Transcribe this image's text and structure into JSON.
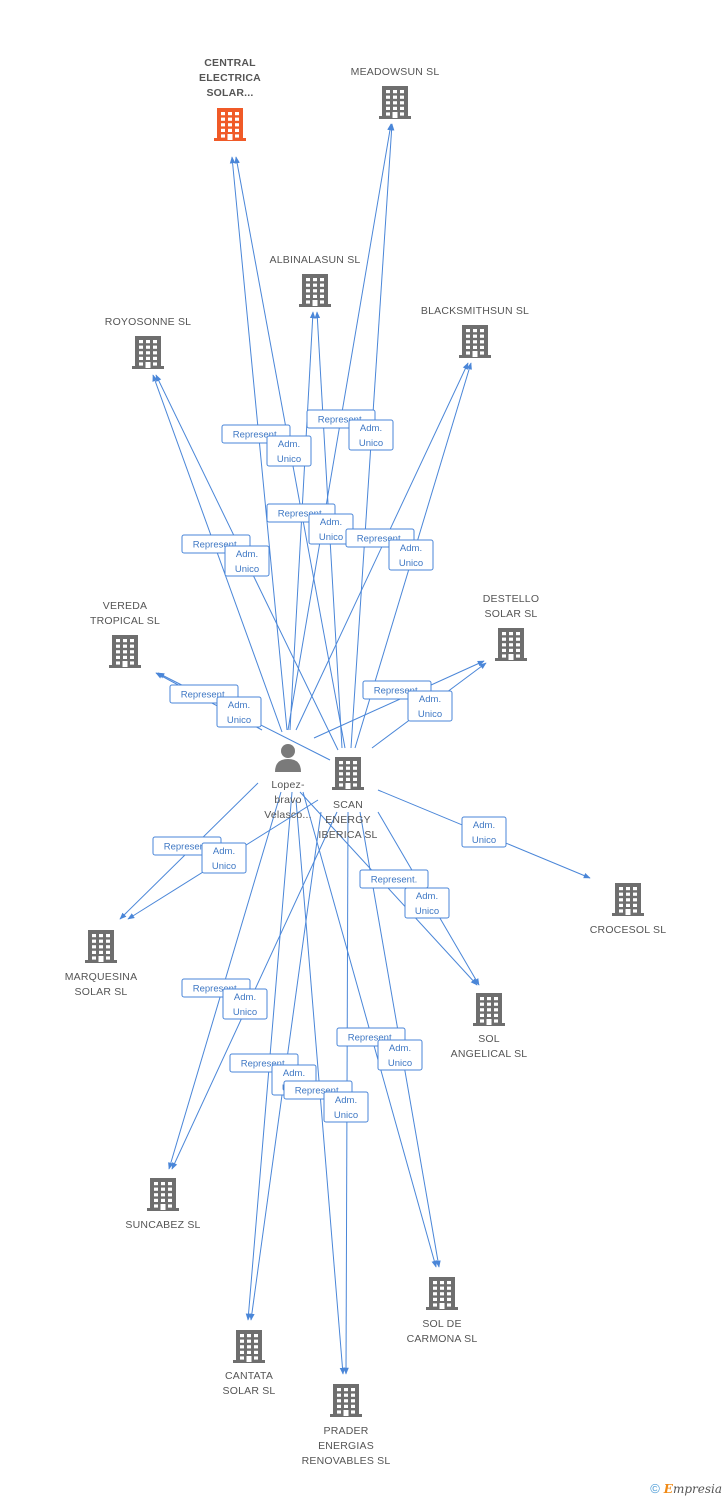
{
  "colors": {
    "building": "#6e6e6e",
    "building_highlight": "#f05a28",
    "edge": "#4a86d8",
    "person": "#7a7a7a"
  },
  "nodes": [
    {
      "id": "central",
      "type": "company",
      "highlight": true,
      "label": [
        "CENTRAL",
        "ELECTRICA",
        "SOLAR..."
      ]
    },
    {
      "id": "meadow",
      "type": "company",
      "label": [
        "MEADOWSUN SL"
      ]
    },
    {
      "id": "albinal",
      "type": "company",
      "label": [
        "ALBINALASUN SL"
      ]
    },
    {
      "id": "royos",
      "type": "company",
      "label": [
        "ROYOSONNE SL"
      ]
    },
    {
      "id": "black",
      "type": "company",
      "label": [
        "BLACKSMITHSUN SL"
      ]
    },
    {
      "id": "vereda",
      "type": "company",
      "label": [
        "VEREDA",
        "TROPICAL SL"
      ]
    },
    {
      "id": "destello",
      "type": "company",
      "label": [
        "DESTELLO",
        "SOLAR SL"
      ]
    },
    {
      "id": "person",
      "type": "person",
      "label": [
        "Lopez-",
        "bravo",
        "Velasco..."
      ]
    },
    {
      "id": "scan",
      "type": "company",
      "label": [
        "SCAN",
        "ENERGY",
        "IBERICA SL"
      ]
    },
    {
      "id": "crocesol",
      "type": "company",
      "label": [
        "CROCESOL SL"
      ]
    },
    {
      "id": "marque",
      "type": "company",
      "label": [
        "MARQUESINA",
        "SOLAR SL"
      ]
    },
    {
      "id": "angel",
      "type": "company",
      "label": [
        "SOL",
        "ANGELICAL SL"
      ]
    },
    {
      "id": "suncab",
      "type": "company",
      "label": [
        "SUNCABEZ SL"
      ]
    },
    {
      "id": "carmona",
      "type": "company",
      "label": [
        "SOL DE",
        "CARMONA SL"
      ]
    },
    {
      "id": "cantata",
      "type": "company",
      "label": [
        "CANTATA",
        "SOLAR SL"
      ]
    },
    {
      "id": "prader",
      "type": "company",
      "label": [
        "PRADER",
        "ENERGIAS",
        "RENOVABLES SL"
      ]
    }
  ],
  "edges": [
    {
      "from": "person",
      "to": "central",
      "label": [
        "Represent."
      ]
    },
    {
      "from": "scan",
      "to": "central",
      "label": [
        "Adm.",
        "Unico"
      ]
    },
    {
      "from": "person",
      "to": "meadow",
      "label": [
        "Represent."
      ]
    },
    {
      "from": "scan",
      "to": "meadow",
      "label": [
        "Adm.",
        "Unico"
      ]
    },
    {
      "from": "person",
      "to": "albinal",
      "label": [
        "Represent."
      ]
    },
    {
      "from": "scan",
      "to": "albinal",
      "label": [
        "Adm.",
        "Unico"
      ]
    },
    {
      "from": "person",
      "to": "royos",
      "label": [
        "Represent."
      ]
    },
    {
      "from": "scan",
      "to": "royos",
      "label": [
        "Adm.",
        "Unico"
      ]
    },
    {
      "from": "person",
      "to": "black",
      "label": [
        "Represent."
      ]
    },
    {
      "from": "scan",
      "to": "black",
      "label": [
        "Adm.",
        "Unico"
      ]
    },
    {
      "from": "person",
      "to": "vereda",
      "label": [
        "Represent."
      ]
    },
    {
      "from": "scan",
      "to": "vereda",
      "label": [
        "Adm.",
        "Unico"
      ]
    },
    {
      "from": "person",
      "to": "destello",
      "label": [
        "Represent."
      ]
    },
    {
      "from": "scan",
      "to": "destello",
      "label": [
        "Adm.",
        "Unico"
      ]
    },
    {
      "from": "scan",
      "to": "crocesol",
      "label": [
        "Adm.",
        "Unico"
      ]
    },
    {
      "from": "person",
      "to": "marque",
      "label": [
        "Represent."
      ]
    },
    {
      "from": "scan",
      "to": "marque",
      "label": [
        "Adm.",
        "Unico"
      ]
    },
    {
      "from": "person",
      "to": "angel",
      "label": [
        "Represent."
      ]
    },
    {
      "from": "scan",
      "to": "angel",
      "label": [
        "Adm.",
        "Unico"
      ]
    },
    {
      "from": "person",
      "to": "suncab",
      "label": [
        "Represent."
      ]
    },
    {
      "from": "scan",
      "to": "suncab",
      "label": [
        "Adm.",
        "Unico"
      ]
    },
    {
      "from": "person",
      "to": "carmona",
      "label": [
        "Represent."
      ]
    },
    {
      "from": "scan",
      "to": "carmona",
      "label": [
        "Adm.",
        "Unico"
      ]
    },
    {
      "from": "person",
      "to": "cantata",
      "label": [
        "Represent."
      ]
    },
    {
      "from": "scan",
      "to": "cantata",
      "label": [
        "Adm.",
        "Unico"
      ]
    },
    {
      "from": "person",
      "to": "prader",
      "label": [
        "Represent."
      ]
    },
    {
      "from": "scan",
      "to": "prader",
      "label": [
        "Adm.",
        "Unico"
      ]
    }
  ],
  "footer": {
    "copyright": "©",
    "brand_first": "E",
    "brand_rest": "mpresia"
  }
}
